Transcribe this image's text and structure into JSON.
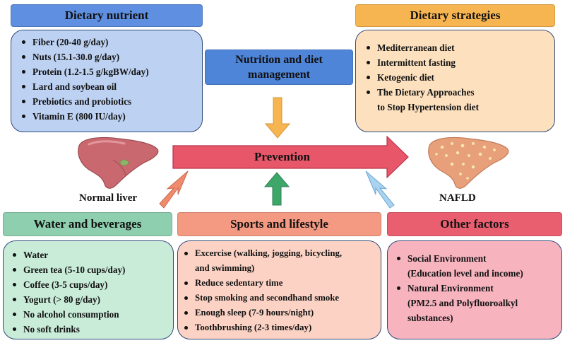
{
  "dietary_nutrient": {
    "title": "Dietary nutrient",
    "items": [
      "Fiber (20-40 g/day)",
      "Nuts (15.1-30.0 g/day)",
      "Protein (1.2-1.5 g/kgBW/day)",
      "Lard and soybean oil",
      "Prebiotics and probiotics",
      "Vitamin E (800 IU/day)"
    ]
  },
  "dietary_strategies": {
    "title": "Dietary strategies",
    "items": [
      "Mediterranean diet",
      "Intermittent  fasting",
      "Ketogenic diet",
      "The Dietary Approaches",
      "to Stop Hypertension diet"
    ]
  },
  "nutrition_management": {
    "line1": "Nutrition and diet",
    "line2": "management"
  },
  "center": {
    "prevention": "Prevention",
    "normal_liver": "Normal liver",
    "nafld": "NAFLD"
  },
  "water_beverages": {
    "title": "Water and beverages",
    "items": [
      "Water",
      "Green tea (5-10 cups/day)",
      "Coffee (3-5 cups/day)",
      "Yogurt (> 80 g/day)",
      "No alcohol consumption",
      "No soft drinks"
    ]
  },
  "sports_lifestyle": {
    "title": "Sports and lifestyle",
    "items": [
      "Excercise (walking, jogging, bicycling,",
      "and swimming)",
      "Reduce sedentary time",
      "Stop smoking and secondhand smoke",
      "Enough sleep (7-9 hours/night)",
      "Toothbrushing (2-3 times/day)"
    ]
  },
  "other_factors": {
    "title": "Other factors",
    "items": [
      "Social Environment",
      "(Education level and income)",
      "Natural Environment",
      "(PM2.5 and Polyfluoroalkyl",
      "substances)"
    ]
  },
  "colors": {
    "main_arrow": "#e8566a",
    "nutrition_arrow": "#f7b552",
    "sports_arrow": "#3fa66a",
    "water_arrow": "#f08a6c",
    "other_arrow": "#a9d3f0",
    "normal_liver": "#c9696f",
    "nafld_liver": "#e8a07a"
  }
}
